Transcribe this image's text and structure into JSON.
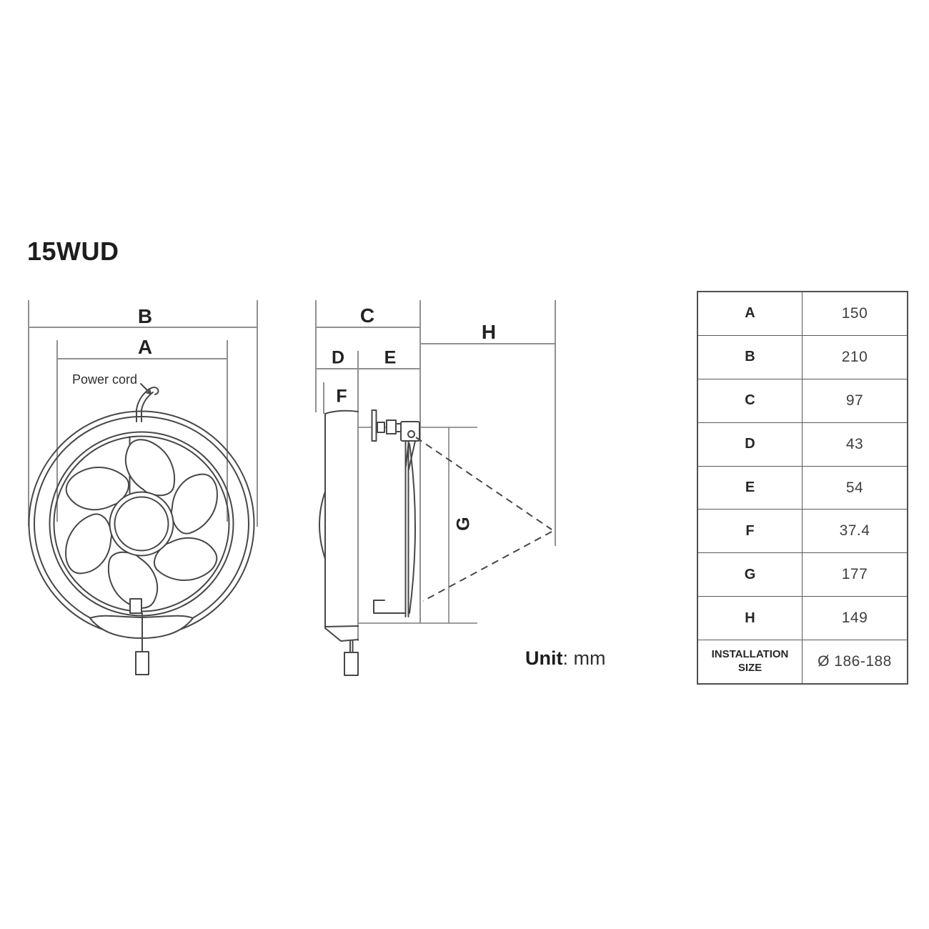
{
  "title": "15WUD",
  "front_view": {
    "dim_b": "B",
    "dim_a": "A",
    "power_cord_label": "Power cord"
  },
  "side_view": {
    "dim_c": "C",
    "dim_h": "H",
    "dim_d": "D",
    "dim_e": "E",
    "dim_f": "F",
    "dim_g": "G"
  },
  "unit": {
    "label": "Unit",
    "rest": ": mm"
  },
  "table": {
    "rows": [
      {
        "label": "A",
        "value": "150"
      },
      {
        "label": "B",
        "value": "210"
      },
      {
        "label": "C",
        "value": "97"
      },
      {
        "label": "D",
        "value": "43"
      },
      {
        "label": "E",
        "value": "54"
      },
      {
        "label": "F",
        "value": "37.4"
      },
      {
        "label": "G",
        "value": "177"
      },
      {
        "label": "H",
        "value": "149"
      },
      {
        "label": "INSTALLATION SIZE",
        "value": "Ø 186-188"
      }
    ]
  }
}
